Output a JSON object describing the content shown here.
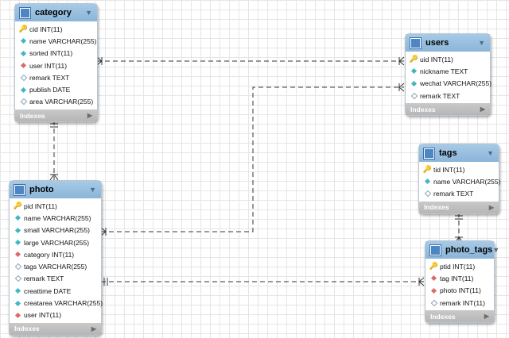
{
  "tables": {
    "category": {
      "name": "category",
      "indexes_label": "Indexes",
      "columns": [
        {
          "key": "pk",
          "text": "cid INT(11)"
        },
        {
          "key": "nn",
          "text": "name VARCHAR(255)"
        },
        {
          "key": "nn",
          "text": "sorted INT(11)"
        },
        {
          "key": "fk",
          "text": "user INT(11)"
        },
        {
          "key": "nl",
          "text": "remark TEXT"
        },
        {
          "key": "nn",
          "text": "publish DATE"
        },
        {
          "key": "nl",
          "text": "area VARCHAR(255)"
        }
      ]
    },
    "users": {
      "name": "users",
      "indexes_label": "Indexes",
      "columns": [
        {
          "key": "pk",
          "text": "uid INT(11)"
        },
        {
          "key": "nn",
          "text": "nickname TEXT"
        },
        {
          "key": "nn",
          "text": "wechat VARCHAR(255)"
        },
        {
          "key": "nl",
          "text": "remark TEXT"
        }
      ]
    },
    "tags": {
      "name": "tags",
      "indexes_label": "Indexes",
      "columns": [
        {
          "key": "pk",
          "text": "tid INT(11)"
        },
        {
          "key": "nn",
          "text": "name VARCHAR(255)"
        },
        {
          "key": "nl",
          "text": "remark TEXT"
        }
      ]
    },
    "photo": {
      "name": "photo",
      "indexes_label": "Indexes",
      "columns": [
        {
          "key": "pk",
          "text": "pid INT(11)"
        },
        {
          "key": "nn",
          "text": "name VARCHAR(255)"
        },
        {
          "key": "nn",
          "text": "small VARCHAR(255)"
        },
        {
          "key": "nn",
          "text": "large VARCHAR(255)"
        },
        {
          "key": "fk",
          "text": "category INT(11)"
        },
        {
          "key": "nl",
          "text": "tags VARCHAR(255)"
        },
        {
          "key": "nl",
          "text": "remark TEXT"
        },
        {
          "key": "nn",
          "text": "creattime DATE"
        },
        {
          "key": "nn",
          "text": "creatarea VARCHAR(255)"
        },
        {
          "key": "fk",
          "text": "user INT(11)"
        }
      ]
    },
    "photo_tags": {
      "name": "photo_tags",
      "indexes_label": "Indexes",
      "columns": [
        {
          "key": "pk",
          "text": "ptid INT(11)"
        },
        {
          "key": "fk",
          "text": "tag INT(11)"
        },
        {
          "key": "fk",
          "text": "photo INT(11)"
        },
        {
          "key": "nl",
          "text": "remark INT(11)"
        }
      ]
    }
  },
  "relationships": [
    {
      "from": "category",
      "to": "users"
    },
    {
      "from": "photo",
      "to": "users"
    },
    {
      "from": "category",
      "to": "photo"
    },
    {
      "from": "tags",
      "to": "photo_tags"
    },
    {
      "from": "photo",
      "to": "photo_tags"
    }
  ]
}
